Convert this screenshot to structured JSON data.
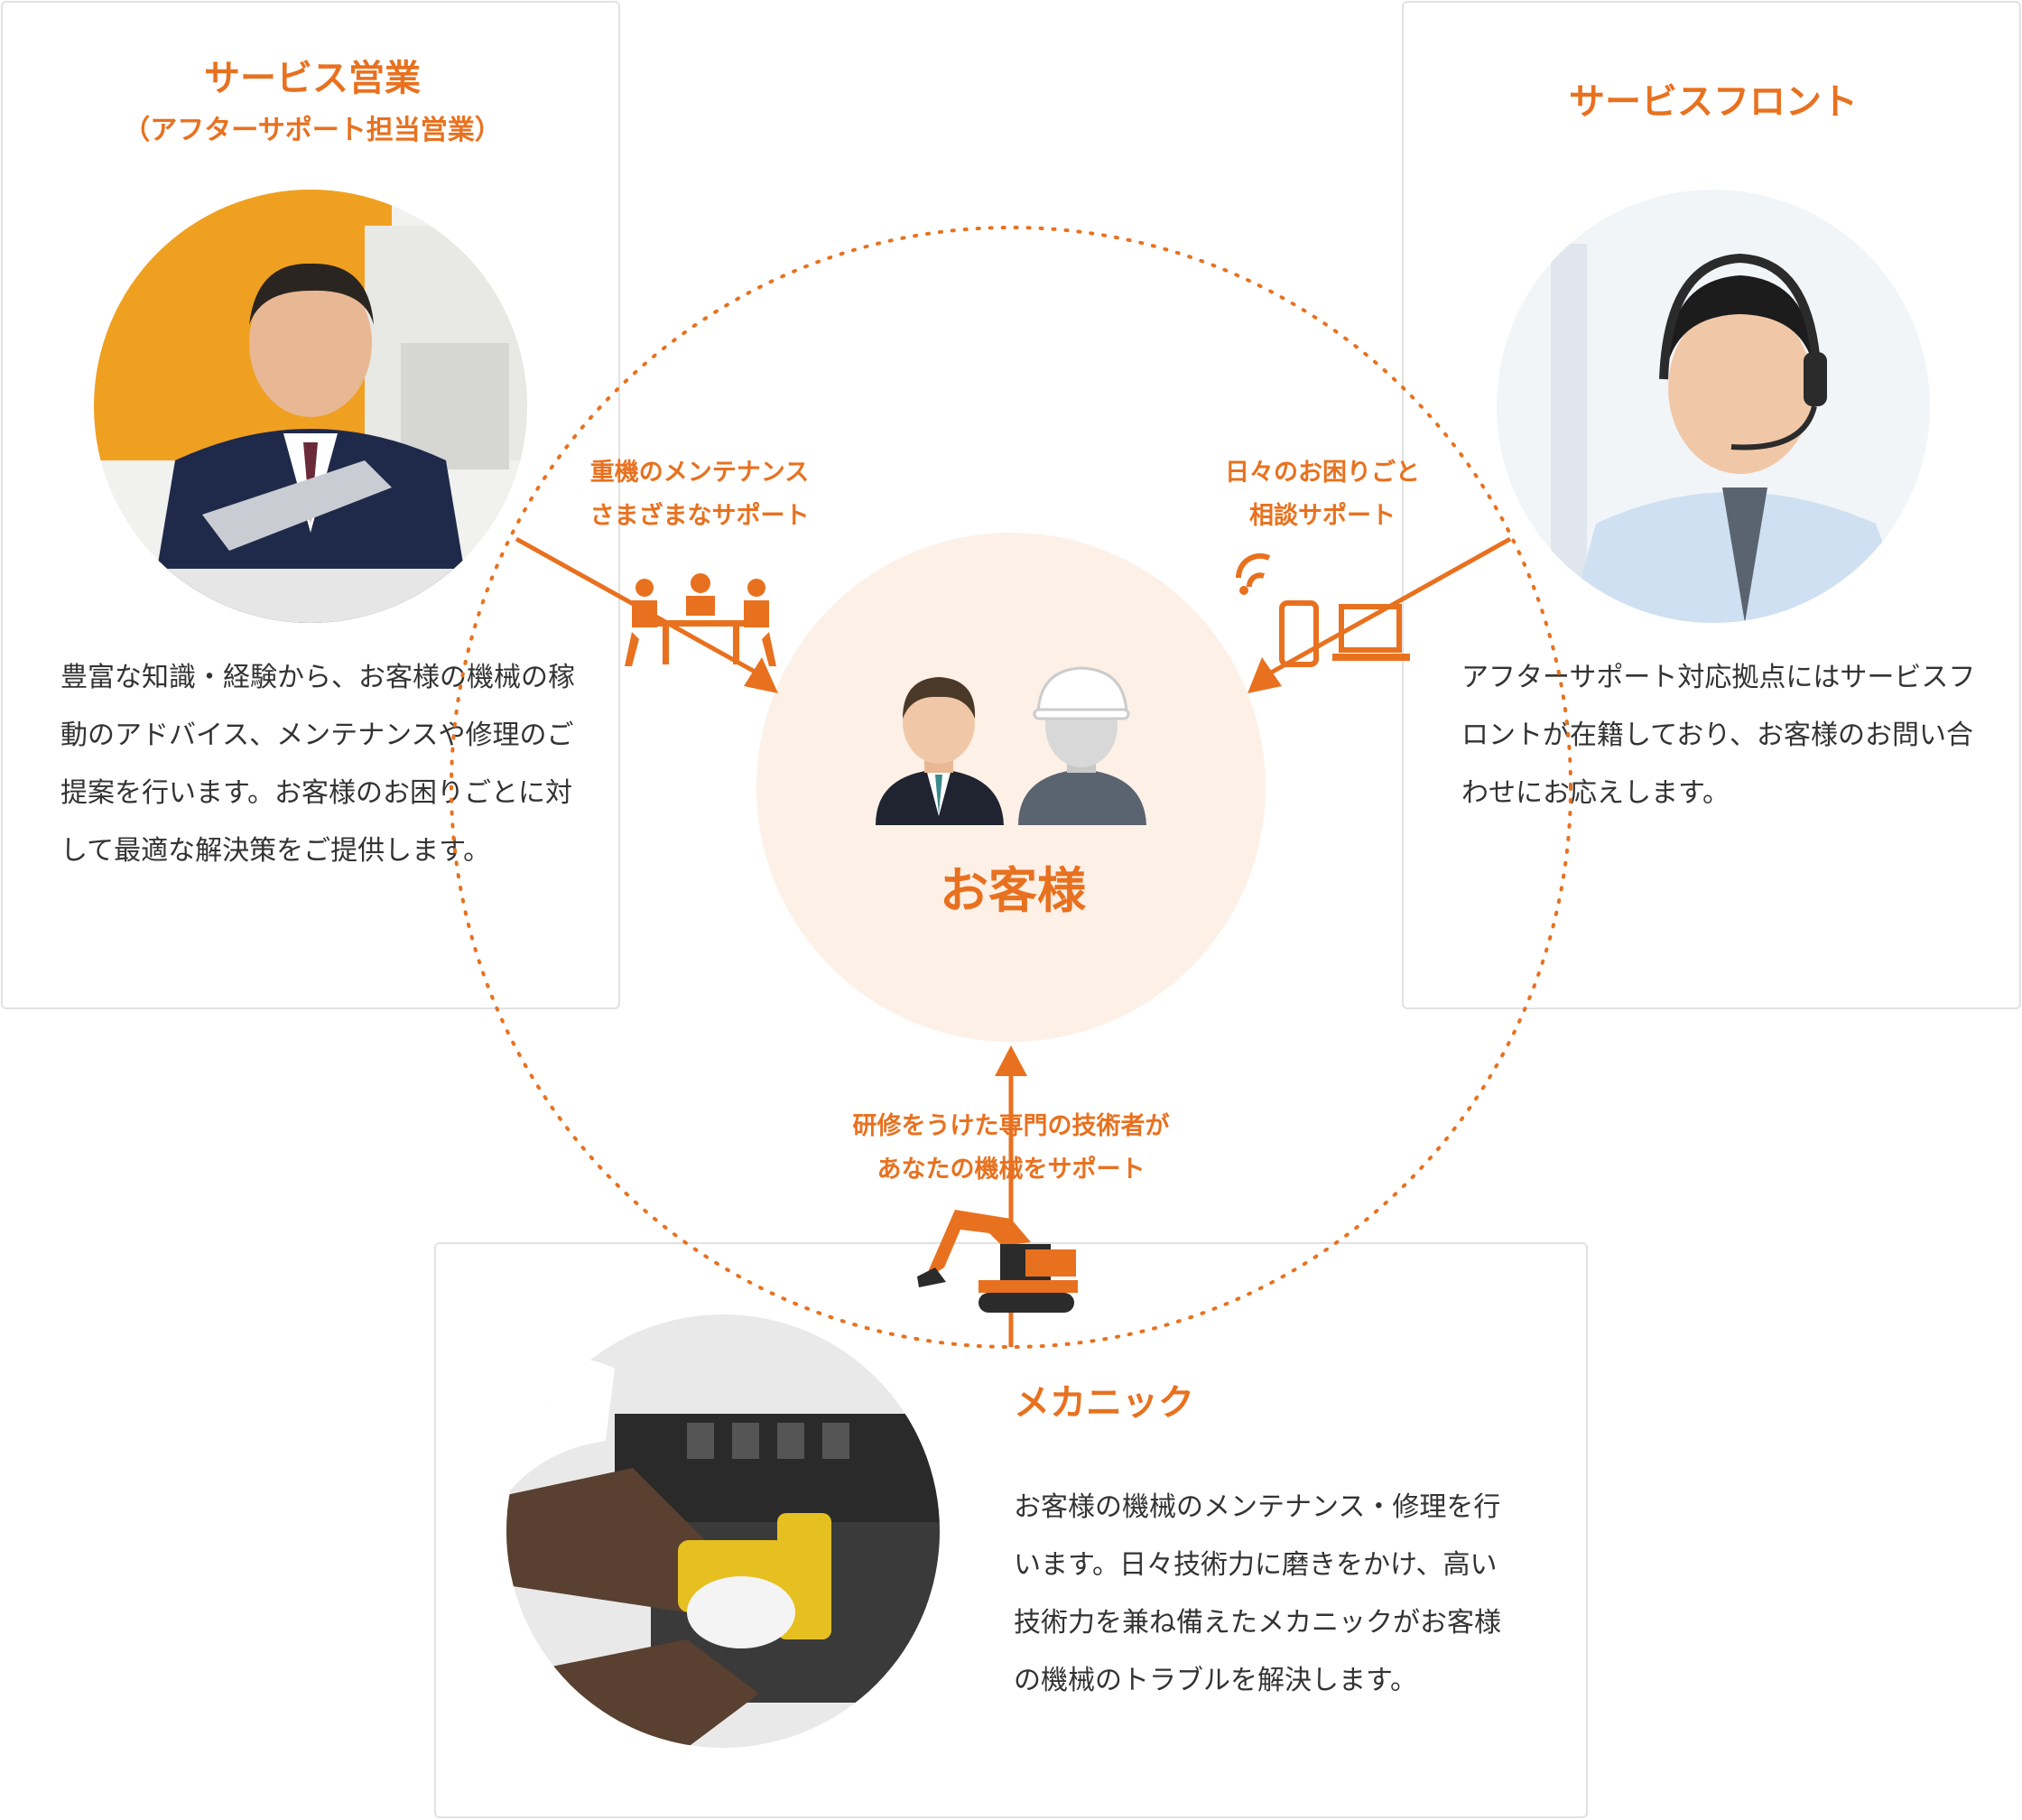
{
  "colors": {
    "accent": "#e8711f",
    "center_fill": "#fdf0e6",
    "text": "#333333",
    "border": "#e2e2e2"
  },
  "service_sales": {
    "title": "サービス営業",
    "subtitle": "（アフターサポート担当営業）",
    "description": "豊富な知識・経験から、お客様の機械の稼動のアドバイス、メンテナンスや修理のご提案を行います。お客様のお困りごとに対して最適な解決策をご提供します。"
  },
  "service_front": {
    "title": "サービスフロント",
    "description": "アフターサポート対応拠点にはサービスフロントが在籍しており、お客様のお問い合わせにお応えします。"
  },
  "mechanic": {
    "title": "メカニック",
    "description": "お客様の機械のメンテナンス・修理を行います。日々技術力に磨きをかけ、高い技術力を兼ね備えたメカニックがお客様の機械のトラブルを解決します。"
  },
  "flows": {
    "left": [
      "重機のメンテナンス",
      "さまざまなサポート"
    ],
    "right": [
      "日々のお困りごと",
      "相談サポート"
    ],
    "bottom": [
      "研修をうけた専門の技術者が",
      "あなたの機械をサポート"
    ]
  },
  "customer": {
    "label": "お客様"
  },
  "icons": {
    "left_flow": "meeting-people-icon",
    "right_flow": "devices-wifi-icon",
    "bottom_flow": "excavator-icon",
    "customer_businessman": "businessman-icon",
    "customer_worker": "worker-helmet-icon"
  }
}
